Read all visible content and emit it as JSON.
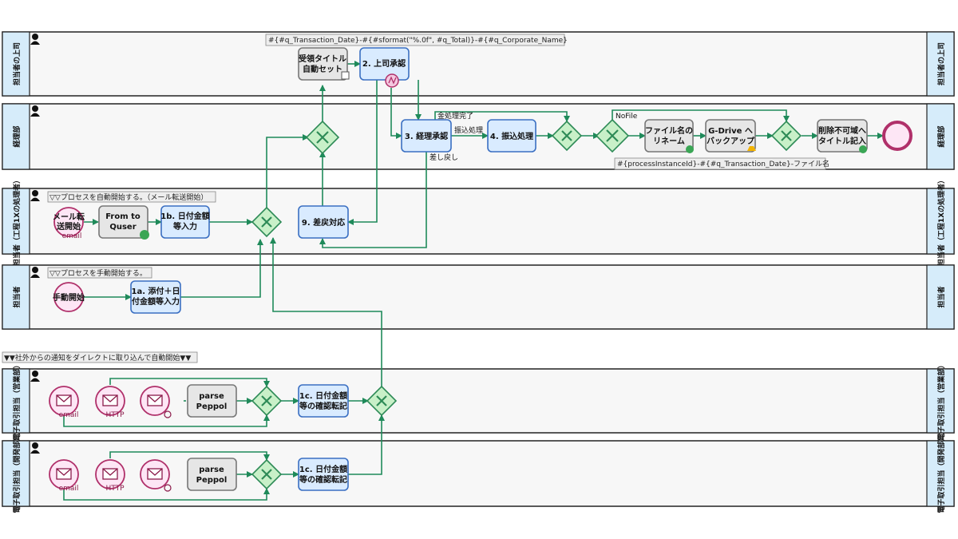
{
  "lanes": {
    "boss": "担当者の上司",
    "accounting": "経理部",
    "staff_mail": "担当者（工程1Xの処理者）",
    "staff": "担当者",
    "sales": "電子取引担当（営業部）",
    "dev": "電子取引担当（開発部）"
  },
  "annotations": {
    "title_format": "#{#q_Transaction_Date}-#{#sformat(\"%.0f\", #q_Total)}-#{#q_Corporate_Name}",
    "file_format": "#{processInstanceId}-#{#q_Transaction_Date}-ファイル名",
    "auto_start": "▽▽プロセスを自動開始する。（メール転送開始）",
    "manual_start": "▽▽プロセスを手動開始する。",
    "external": "▼▼社外からの通知をダイレクトに取り込んで自動開始▼▼"
  },
  "tasks": {
    "title_auto_1": "受領タイトル",
    "title_auto_2": "自動セット",
    "boss_approve": "2. 上司承認",
    "acct_approve": "3. 経理承認",
    "transfer": "4. 振込処理",
    "rename_1": "ファイル名の",
    "rename_2": "リネーム",
    "gdrive_1": "G-Drive へ",
    "gdrive_2": "バックアップ",
    "title_write_1": "削除不可域へ",
    "title_write_2": "タイトル記入",
    "from_quser_1": "From to",
    "from_quser_2": "Quser",
    "date_amount_1": "1b. 日付金額",
    "date_amount_2": "等入力",
    "return_fix": "9. 差戻対応",
    "attach_1": "1a. 添付＋日",
    "attach_2": "付金額等入力",
    "parse_1": "parse",
    "parse_2": "Peppol",
    "confirm_1": "1c. 日付金額",
    "confirm_2": "等の確認転記"
  },
  "events": {
    "mail_start_1": "メール転",
    "mail_start_2": "送開始",
    "manual": "手動開始",
    "email": "email",
    "http": "HTTP"
  },
  "flow_labels": {
    "cash": "金処理完了",
    "transfer": "振込処理",
    "sendback": "差し戻し",
    "nofile": "NoFile"
  }
}
